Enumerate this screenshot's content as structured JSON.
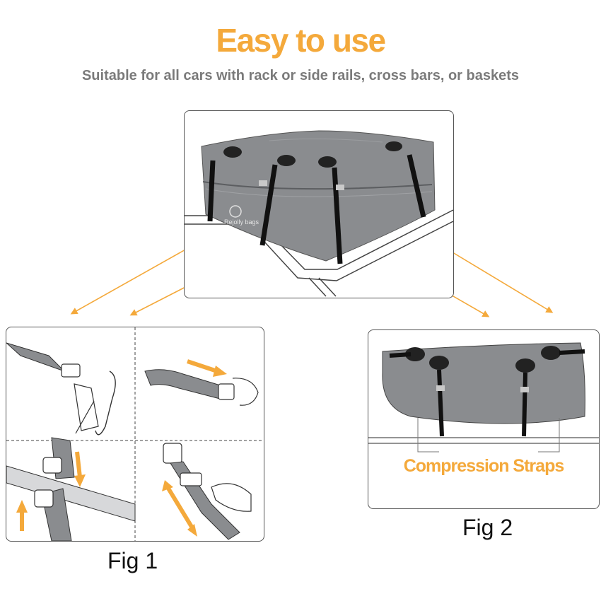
{
  "header": {
    "title": "Easy to use",
    "subtitle": "Suitable for all cars with rack or side rails, cross bars, or baskets"
  },
  "product": {
    "brand_text": "Rejolly bags"
  },
  "figures": {
    "fig1_caption": "Fig 1",
    "fig2_caption": "Fig 2",
    "fig2_label": "Compression Straps"
  },
  "colors": {
    "accent": "#f4a93b",
    "subtitle_text": "#7a7a7a",
    "bag_gray": "#8a8c8f",
    "strap": "#111111"
  },
  "icons": [
    "pointer-arrow-icon",
    "direction-arrow-icon",
    "strap-buckle-icon",
    "brand-logo-icon"
  ]
}
